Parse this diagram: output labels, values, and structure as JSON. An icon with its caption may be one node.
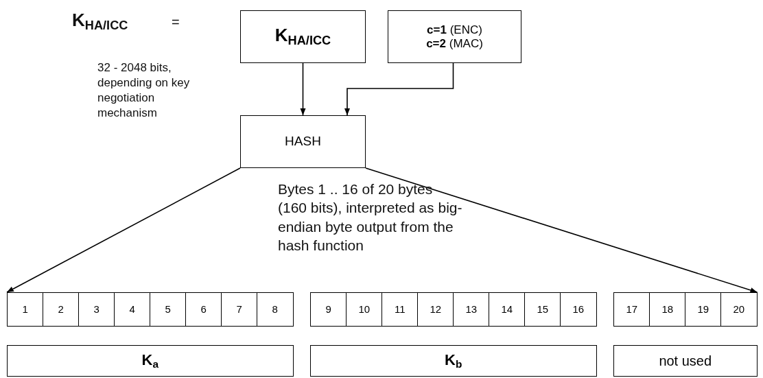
{
  "diagram": {
    "nodes": [
      {
        "text": [
          "K$_{HA/ICC}$"
        ]
      },
      {
        "text": [
          "**c=1** (ENC)",
          "**c=2** (MAC)"
        ]
      },
      {
        "text": [
          "HASH"
        ]
      },
      {
        "text": [
          "1"
        ]
      },
      {
        "text": [
          "2"
        ]
      },
      {
        "text": [
          "3"
        ]
      },
      {
        "text": [
          "4"
        ]
      },
      {
        "text": [
          "5"
        ]
      },
      {
        "text": [
          "6"
        ]
      },
      {
        "text": [
          "7"
        ]
      },
      {
        "text": [
          "8"
        ]
      },
      {
        "text": [
          "9"
        ]
      },
      {
        "text": [
          "10"
        ]
      },
      {
        "text": [
          "11"
        ]
      },
      {
        "text": [
          "12"
        ]
      },
      {
        "text": [
          "13"
        ]
      },
      {
        "text": [
          "14"
        ]
      },
      {
        "text": [
          "15"
        ]
      },
      {
        "text": [
          "16"
        ]
      },
      {
        "text": [
          "17"
        ]
      },
      {
        "text": [
          "18"
        ]
      },
      {
        "text": [
          "19"
        ]
      },
      {
        "text": [
          "20"
        ]
      },
      {
        "text": [
          "K$_{a}$"
        ]
      },
      {
        "text": [
          "K$_{b}$"
        ]
      },
      {
        "text": [
          "not used"
        ]
      }
    ],
    "edges": [
      {
        "from": 0,
        "to": 2,
        "arrow": "to"
      },
      {
        "from": 1,
        "to": 2,
        "arrow": "to"
      },
      {
        "from": 2,
        "to": 3,
        "arrow": "to"
      },
      {
        "from": 2,
        "to": 22,
        "arrow": "to"
      }
    ],
    "labels": [
      "K$_{HA/ICC}$",
      "=",
      "32 - 2048 bits, depending on key negotiation mechanism",
      "Bytes 1 .. 16 of 20 bytes (160 bits), interpreted as big-endian byte output from the hash function"
    ]
  }
}
